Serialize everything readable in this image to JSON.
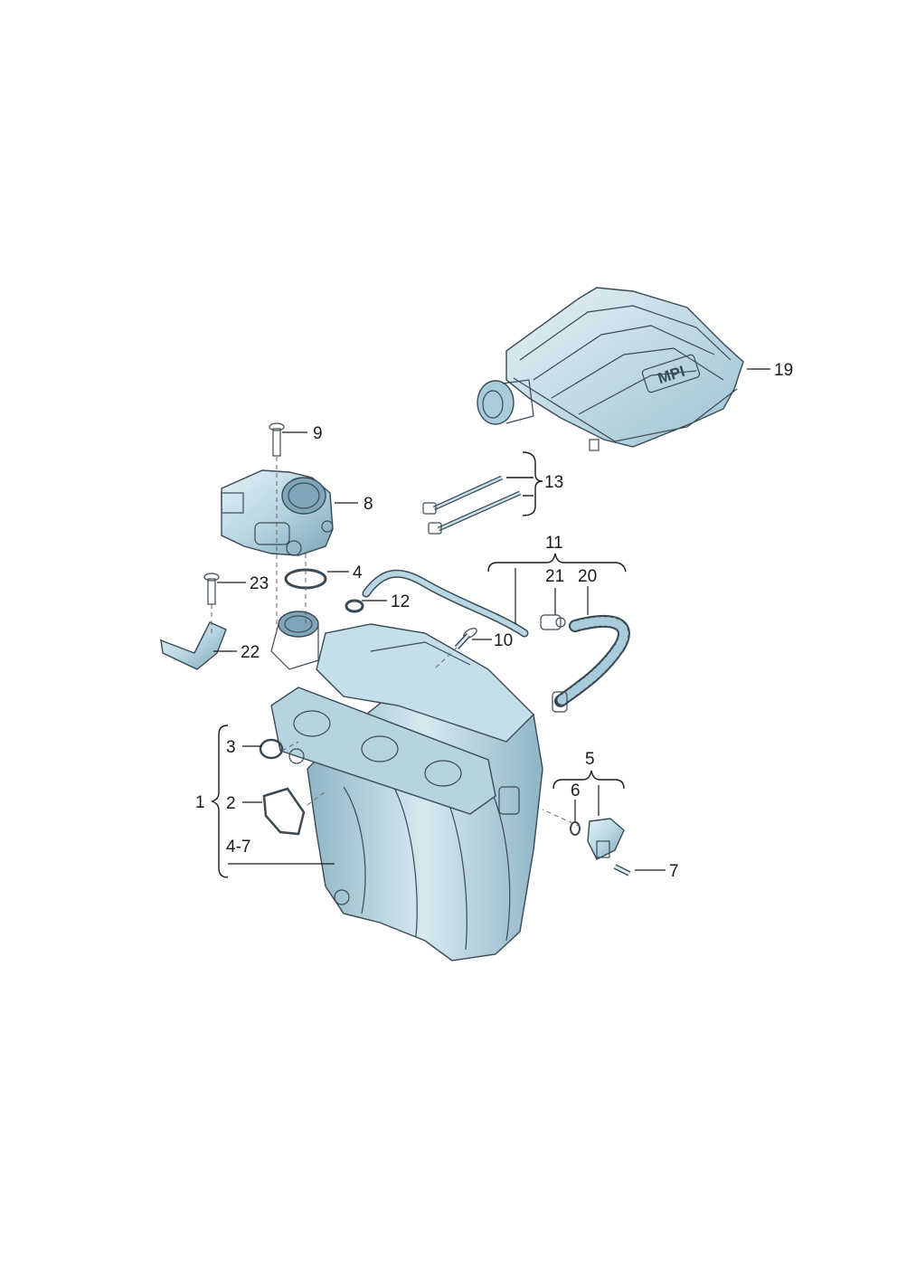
{
  "colors": {
    "part_light": "#d9ebf2",
    "part_mid": "#a9ccdb",
    "part_dark": "#6f97ab",
    "outline": "#3a4a55",
    "label": "#1a1a1a"
  },
  "labels": {
    "p1": "1",
    "p2": "2",
    "p3": "3",
    "p4": "4",
    "p4_7": "4-7",
    "p5": "5",
    "p6": "6",
    "p7": "7",
    "p8": "8",
    "p9": "9",
    "p10": "10",
    "p11": "11",
    "p12": "12",
    "p13": "13",
    "p19": "19",
    "p20": "20",
    "p21": "21",
    "p22": "22",
    "p23": "23",
    "cover_logo": "MPI"
  }
}
